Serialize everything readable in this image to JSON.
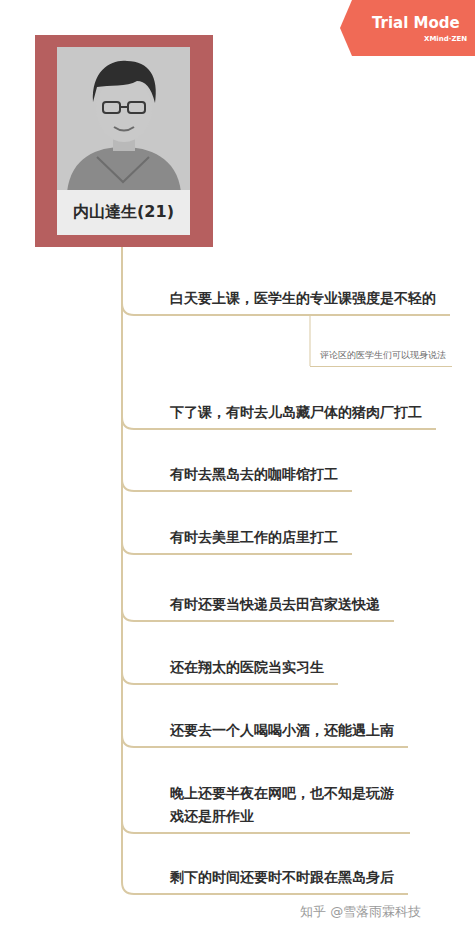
{
  "diagram": {
    "nodes": [
      {
        "text": [
          "内山達生(21)"
        ]
      },
      {
        "text": [
          "白天要上课，医学生的专业课强度是不轻的"
        ]
      },
      {
        "text": [
          "评论区的医学生们可以现身说法"
        ]
      },
      {
        "text": [
          "下了课，有时去儿岛藏尸体的猪肉厂打工"
        ]
      },
      {
        "text": [
          "有时去黑岛去的咖啡馆打工"
        ]
      },
      {
        "text": [
          "有时去美里工作的店里打工"
        ]
      },
      {
        "text": [
          "有时还要当快递员去田宫家送快递"
        ]
      },
      {
        "text": [
          "还在翔太的医院当实习生"
        ]
      },
      {
        "text": [
          "还要去一个人喝喝小酒，还能遇上南"
        ]
      },
      {
        "text": [
          "晚上还要半夜在网吧，也不知是玩游戏还是肝作业"
        ]
      },
      {
        "text": [
          "剩下的时间还要时不时跟在黑岛身后"
        ]
      }
    ],
    "edges": [
      {
        "from": 0,
        "to": 1,
        "arrow": "none"
      },
      {
        "from": 1,
        "to": 2,
        "arrow": "none"
      },
      {
        "from": 0,
        "to": 3,
        "arrow": "none"
      },
      {
        "from": 0,
        "to": 4,
        "arrow": "none"
      },
      {
        "from": 0,
        "to": 5,
        "arrow": "none"
      },
      {
        "from": 0,
        "to": 6,
        "arrow": "none"
      },
      {
        "from": 0,
        "to": 7,
        "arrow": "none"
      },
      {
        "from": 0,
        "to": 8,
        "arrow": "none"
      },
      {
        "from": 0,
        "to": 9,
        "arrow": "none"
      },
      {
        "from": 0,
        "to": 10,
        "arrow": "none"
      }
    ],
    "labels": [
      "Trial Mode",
      "XMind·ZEN",
      "知乎 @雪落雨霖科技"
    ]
  }
}
